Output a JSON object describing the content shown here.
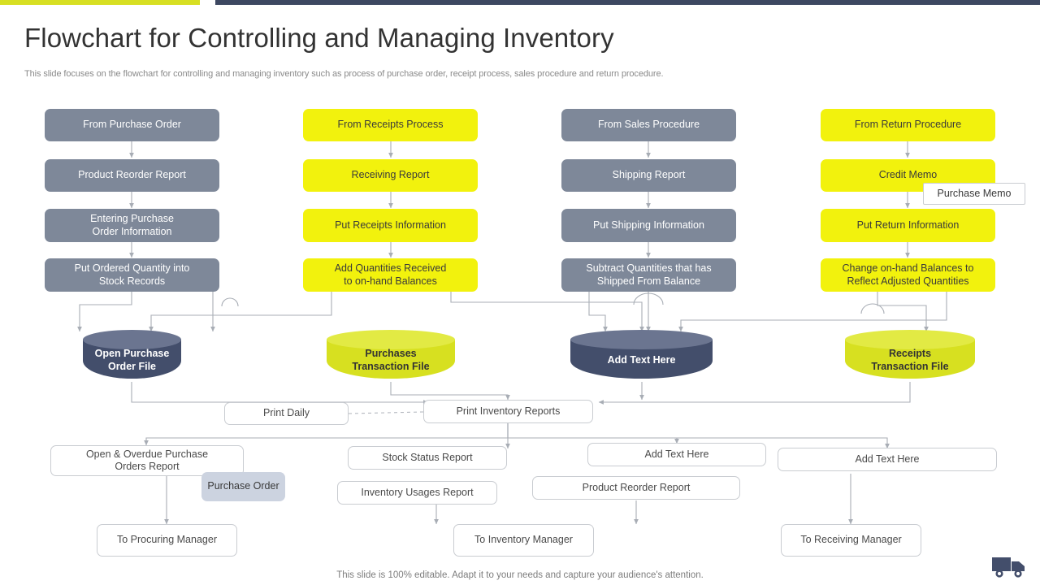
{
  "accents": {
    "bar_left_color": "#d7df23",
    "bar_right_color": "#3d4861",
    "gray_node": "#7e8899",
    "yellow_node": "#f2f20d",
    "navy_cylinder": "#434e6b",
    "lime_cylinder": "#d7e020",
    "selected_box": "#ccd3e0"
  },
  "header": {
    "title": "Flowchart for Controlling and Managing Inventory",
    "subtitle": "This slide focuses on the flowchart for controlling and managing inventory such as process of purchase order, receipt process, sales procedure and return procedure.",
    "footer": "This slide is 100% editable. Adapt it to your needs and capture your audience's attention."
  },
  "columns": [
    {
      "name": "purchase-order",
      "steps": [
        "From Purchase Order",
        "Product Reorder  Report",
        "Entering Purchase\nOrder  Information",
        "Put Ordered  Quantity into\nStock Records"
      ]
    },
    {
      "name": "receipts-process",
      "steps": [
        "From Receipts Process",
        "Receiving  Report",
        "Put Receipts  Information",
        "Add Quantities Received\nto on-hand  Balances"
      ]
    },
    {
      "name": "sales-procedure",
      "steps": [
        "From Sales Procedure",
        "Shipping Report",
        "Put Shipping  Information",
        "Subtract Quantities that has\nShipped From Balance"
      ]
    },
    {
      "name": "return-procedure",
      "steps": [
        "From Return Procedure",
        "Credit Memo",
        "Put Return  Information",
        "Change  on-hand  Balances to\nReflect Adjusted Quantities"
      ]
    }
  ],
  "tooltip": {
    "label": "Purchase Memo"
  },
  "datastores": [
    {
      "name": "open-purchase-order-file",
      "label": "Open Purchase\nOrder File",
      "color": "navy"
    },
    {
      "name": "purchases-transaction-file",
      "label": "Purchases\nTransaction File",
      "color": "lime"
    },
    {
      "name": "add-text-here-file",
      "label": "Add Text Here",
      "color": "navy"
    },
    {
      "name": "receipts-transaction-file",
      "label": "Receipts\nTransaction File",
      "color": "lime"
    }
  ],
  "print_row": {
    "print_daily": "Print Daily",
    "print_inventory_reports": "Print Inventory  Reports"
  },
  "reports": [
    {
      "name": "open-overdue-purchase-orders-report",
      "label": "Open & Overdue  Purchase\nOrders Report"
    },
    {
      "name": "stock-status-report",
      "label": "Stock Status Report"
    },
    {
      "name": "inventory-usages-report",
      "label": "Inventory  Usages Report"
    },
    {
      "name": "add-text-here-report-1",
      "label": "Add Text Here"
    },
    {
      "name": "product-reorder-report",
      "label": "Product Reorder  Report"
    },
    {
      "name": "add-text-here-report-2",
      "label": "Add Text Here"
    }
  ],
  "selected": {
    "label": "Purchase Order"
  },
  "recipients": [
    {
      "name": "to-procuring-manager",
      "label": "To Procuring  Manager"
    },
    {
      "name": "to-inventory-manager",
      "label": "To Inventory  Manager"
    },
    {
      "name": "to-receiving-manager",
      "label": "To Receiving  Manager"
    }
  ]
}
